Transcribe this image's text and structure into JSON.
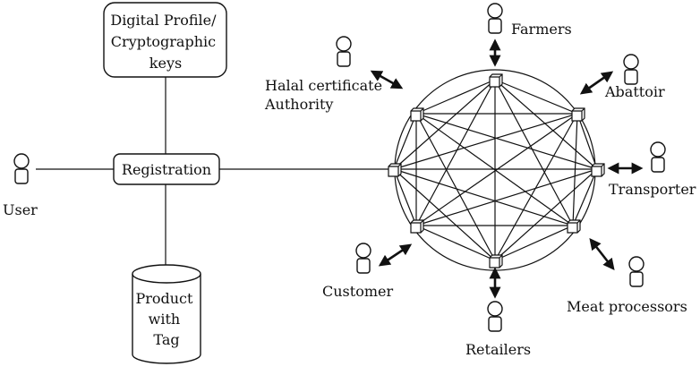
{
  "diagram": {
    "digital_profile": [
      "Digital Profile/",
      "Cryptographic",
      "keys"
    ],
    "registration": "Registration",
    "user": "User",
    "product": [
      "Product",
      "with",
      "Tag"
    ],
    "halal": [
      "Halal certificate",
      "Authority"
    ],
    "farmers": "Farmers",
    "abattoir": "Abattoir",
    "transporter": "Transporter",
    "meat_processors": "Meat processors",
    "retailers": "Retailers",
    "customer": "Customer"
  },
  "colors": {
    "line": "#111111",
    "background": "#ffffff"
  }
}
